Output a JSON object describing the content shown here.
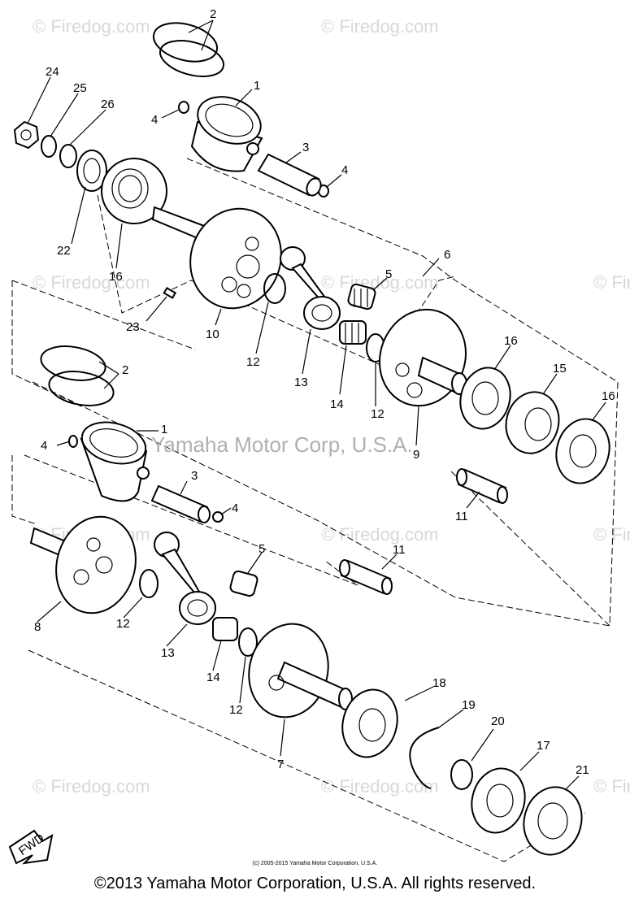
{
  "watermark_text": "© Firedog.com",
  "center_watermark": "Yamaha Motor Corp, U.S.A.",
  "fwd_label": "FWD",
  "copyright_small": "(c) 2005-2015 Yamaha Motor Corporation, U.S.A.",
  "copyright_main": "©2013 Yamaha Motor Corporation, U.S.A. All rights reserved.",
  "callouts": {
    "c1a": "1",
    "c2a": "2",
    "c3a": "3",
    "c4a": "4",
    "c4b": "4",
    "c24": "24",
    "c25": "25",
    "c26": "26",
    "c22": "22",
    "c16a": "16",
    "c23": "23",
    "c10": "10",
    "c12a": "12",
    "c13a": "13",
    "c5a": "5",
    "c6": "6",
    "c14a": "14",
    "c12b": "12",
    "c9": "9",
    "c16b": "16",
    "c15": "15",
    "c16c": "16",
    "c11a": "11",
    "c2b": "2",
    "c1b": "1",
    "c4c": "4",
    "c3b": "3",
    "c4d": "4",
    "c5b": "5",
    "c8": "8",
    "c12c": "12",
    "c13b": "13",
    "c14b": "14",
    "c12d": "12",
    "c11b": "11",
    "c7": "7",
    "c18": "18",
    "c19": "19",
    "c20": "20",
    "c17": "17",
    "c21": "21"
  }
}
